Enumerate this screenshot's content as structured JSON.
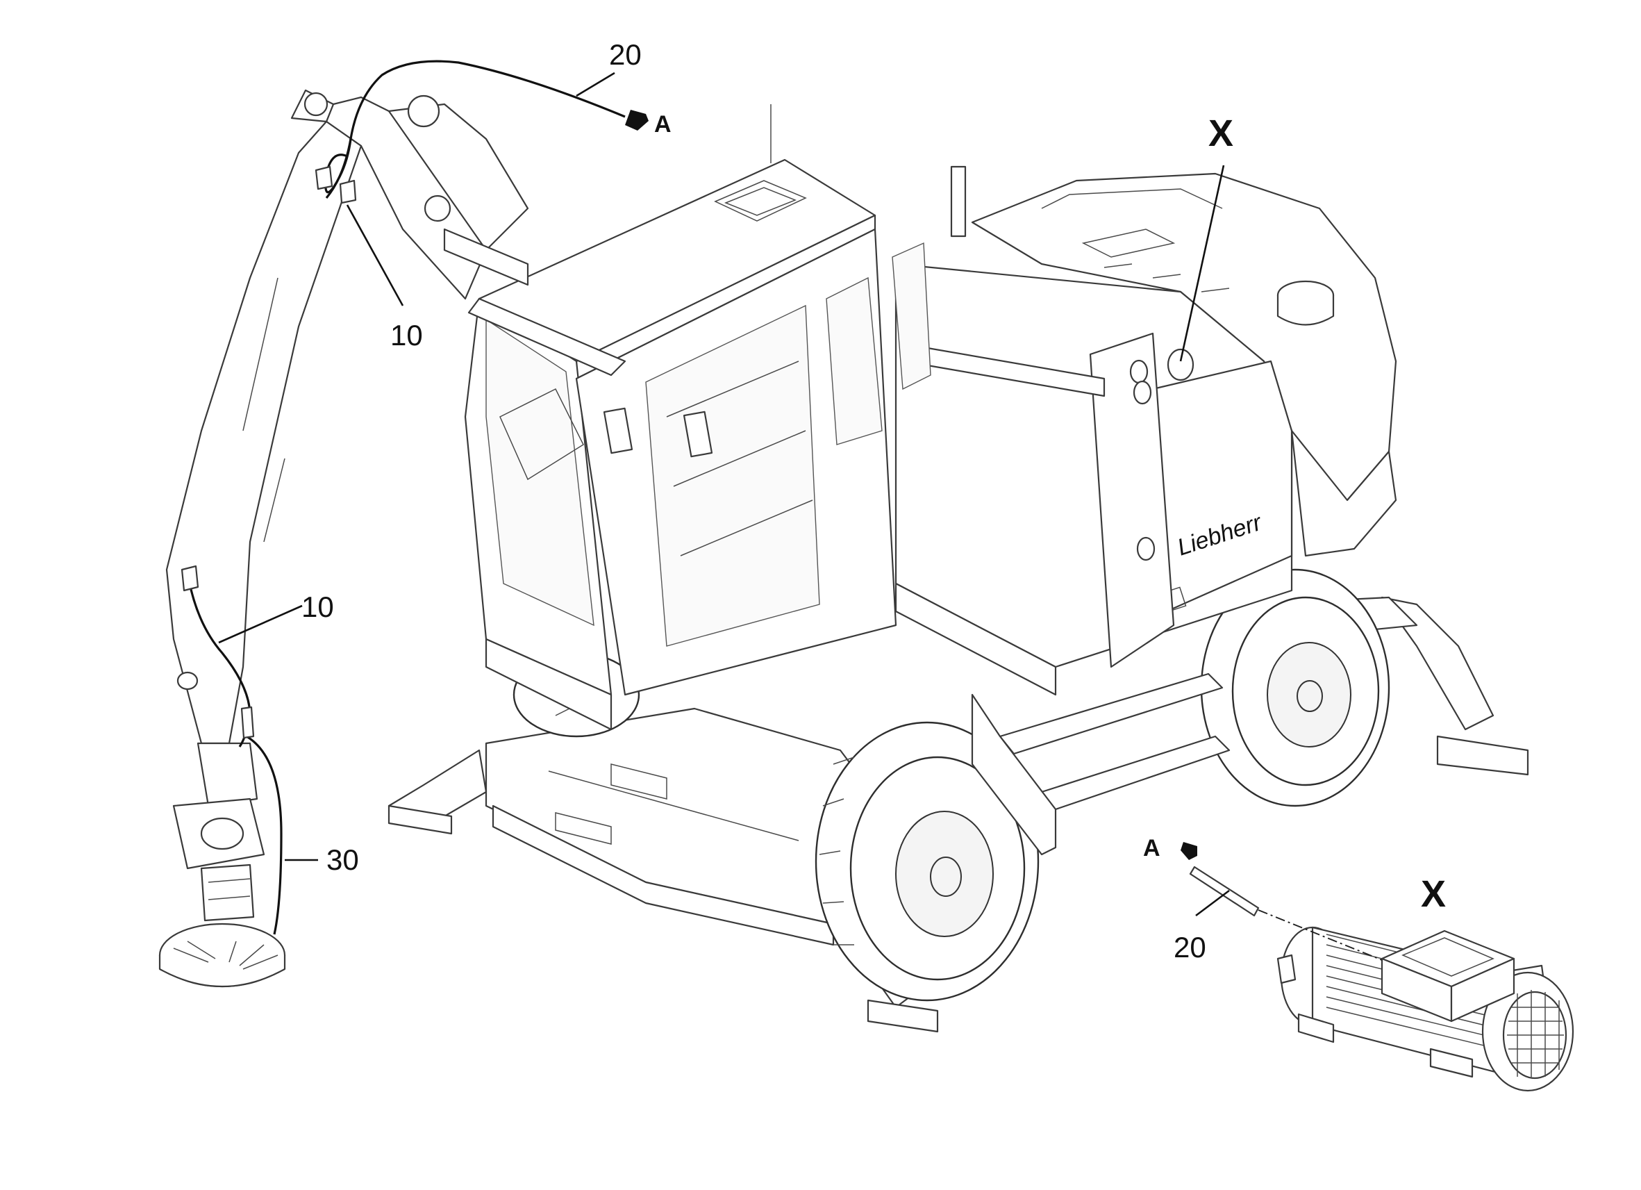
{
  "labels": {
    "cable_20_top": "20",
    "arrow_a_top": "A",
    "x_top": "X",
    "cable_10_upper": "10",
    "cable_10_lower": "10",
    "cable_30": "30",
    "arrow_a_bottom": "A",
    "cable_20_bottom": "20",
    "x_detail": "X"
  },
  "machine": {
    "brand_text": "Liebherr"
  }
}
